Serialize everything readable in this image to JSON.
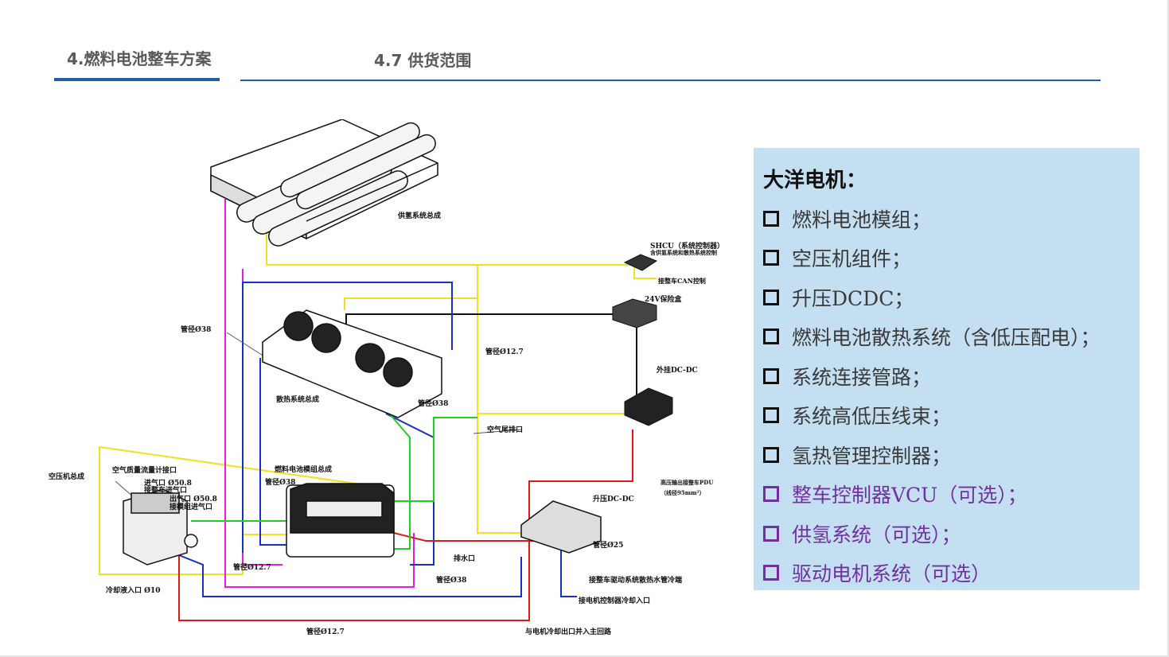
{
  "header": {
    "section_title": "4.燃料电池整车方案",
    "sub_title": "4.7  供货范围"
  },
  "diagram": {
    "labels": {
      "h2_system": "供氢系统总成",
      "shcu": "SHCU（系统控制器）",
      "shcu_note": "含供氢系统和散热系统控制",
      "can": "接整车CAN控制",
      "fuse_box": "24V保险盒",
      "pipe38_top": "管径Ø38",
      "pipe127_top": "管径Ø12.7",
      "cooling_system": "散热系统总成",
      "pipe38_mid": "管径Ø38",
      "ext_dcdc": "外挂DC-DC",
      "air_exhaust": "空气尾排口",
      "compressor": "空压机总成",
      "air_flow_port": "空气质量流量计接口",
      "air_inlet": "进气口 Ø50.8",
      "vehicle_inlet": "接整车进气口",
      "air_outlet": "出气口 Ø50.8",
      "module_inlet": "接模组进气口",
      "fc_module": "燃料电池模组总成",
      "pipe38_module": "管径Ø38",
      "hv_pdu": "高压输出接整车PDU",
      "hv_wire": "（线径95mm²）",
      "boost_dcdc": "升压DC-DC",
      "pipe25": "管径Ø25",
      "drain": "排水口",
      "pipe127_low": "管径Ø12.7",
      "pipe38_low": "管径Ø38",
      "coolant_inlet": "冷却液入口 Ø10",
      "vehicle_cooling": "接整车驱动系统散热水管冷端",
      "motor_ctrl": "接电机控制器冷却入口",
      "pipe127_bottom": "管径Ø12.7",
      "motor_outlet": "与电机冷却出口并入主回路"
    }
  },
  "supply_panel": {
    "title": "大洋电机：",
    "items": [
      {
        "text": "燃料电池模组；",
        "optional": false
      },
      {
        "text": "空压机组件；",
        "optional": false
      },
      {
        "text": "升压DCDC；",
        "optional": false
      },
      {
        "text": "燃料电池散热系统（含低压配电）；",
        "optional": false
      },
      {
        "text": "系统连接管路；",
        "optional": false
      },
      {
        "text": "系统高低压线束；",
        "optional": false
      },
      {
        "text": "氢热管理控制器；",
        "optional": false
      },
      {
        "text": "整车控制器VCU（可选）；",
        "optional": true
      },
      {
        "text": "供氢系统（可选）；",
        "optional": true
      },
      {
        "text": "驱动电机系统（可选）",
        "optional": true
      }
    ],
    "colors": {
      "background": "#c5dff2",
      "optional": "#7030a0",
      "normal": "#3a3a3a"
    }
  },
  "colors": {
    "accent": "#1f5fa8"
  }
}
